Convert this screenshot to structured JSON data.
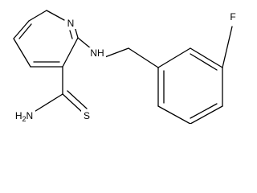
{
  "molecule": {
    "atoms": {
      "ring_n": "N",
      "amine_nh": "NH",
      "fluorine": "F",
      "sulfur": "S",
      "amide_nh2": "H2N"
    }
  },
  "colors": {
    "bond": "#000000",
    "label": "#000000",
    "background": "#ffffff"
  }
}
